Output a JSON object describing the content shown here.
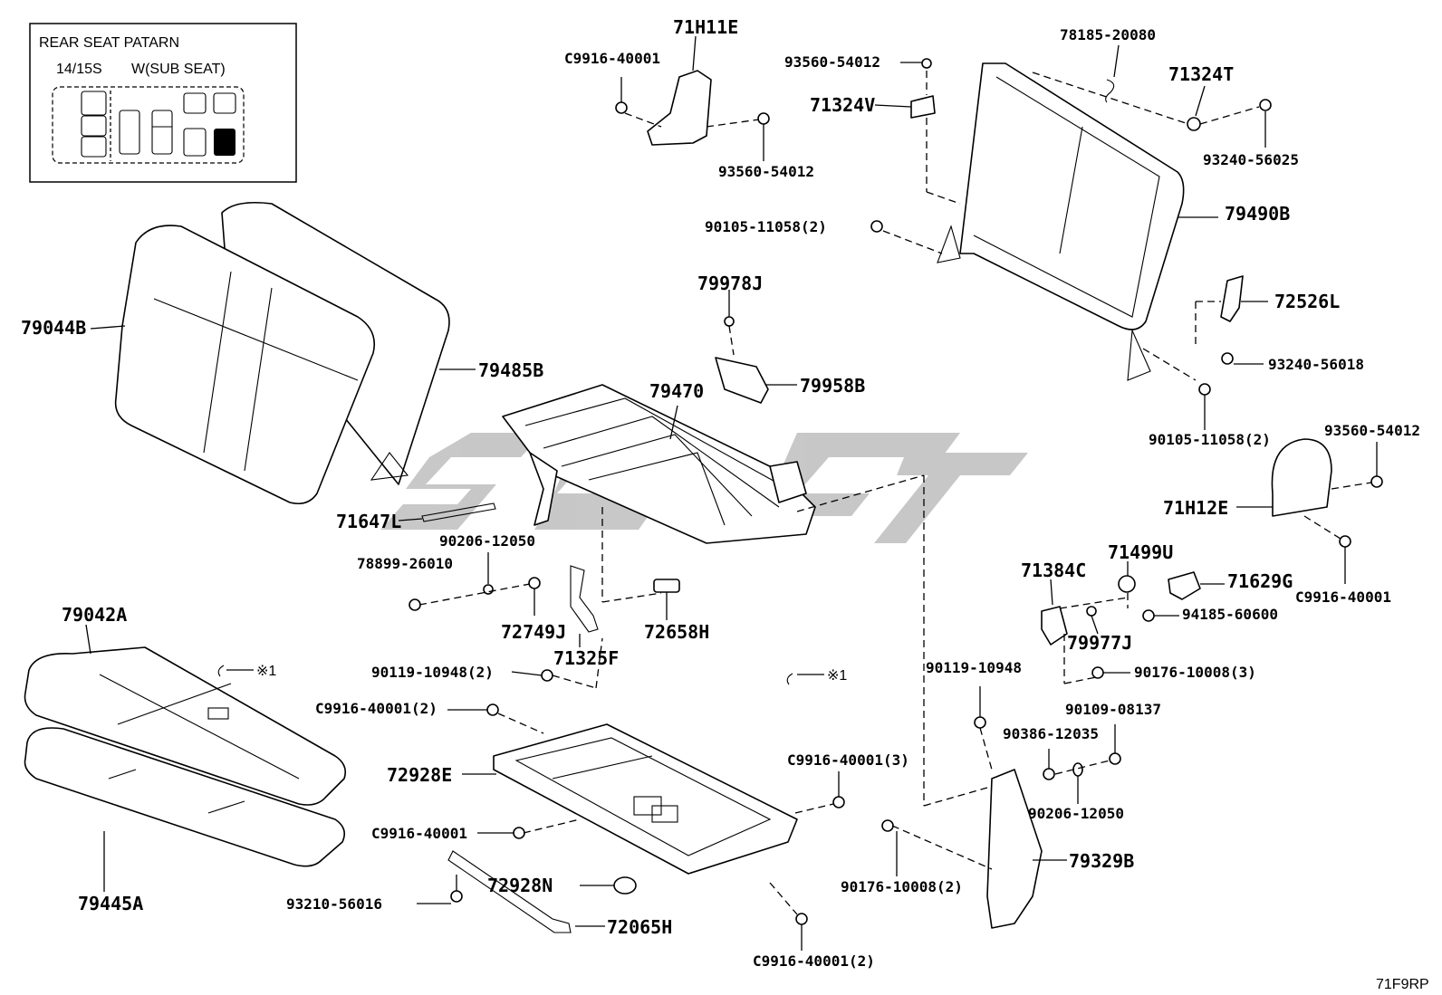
{
  "legend_box": {
    "title": "REAR SEAT PATARN",
    "col1": "14/15S",
    "col2": "W(SUB SEAT)"
  },
  "ref_note": {
    "left": "※1",
    "right": "※1"
  },
  "diagram_code": "71F9RP",
  "watermark": "sgc",
  "parts": {
    "p71H11E": "71H11E",
    "pC9916_40001_top": "C9916-40001",
    "p93560_54012_a": "93560-54012",
    "p93560_54012_b": "93560-54012",
    "p71324V": "71324V",
    "p78185_20080": "78185-20080",
    "p71324T": "71324T",
    "p93240_56025": "93240-56025",
    "p90105_11058_a": "90105-11058(2)",
    "p79490B": "79490B",
    "p79044B": "79044B",
    "p79485B": "79485B",
    "p79978J": "79978J",
    "p72526L": "72526L",
    "p93240_56018": "93240-56018",
    "p79470": "79470",
    "p79958B": "79958B",
    "p90105_11058_b": "90105-11058(2)",
    "p93560_54012_c": "93560-54012",
    "p71H12E": "71H12E",
    "p71647L": "71647L",
    "p90206_12050_a": "90206-12050",
    "p78899_26010": "78899-26010",
    "p72749J": "72749J",
    "p71325F": "71325F",
    "p72658H": "72658H",
    "p71384C": "71384C",
    "p71499U": "71499U",
    "p71629G": "71629G",
    "pC9916_40001_right": "C9916-40001",
    "p94185_60600": "94185-60600",
    "p79977J": "79977J",
    "p79042A": "79042A",
    "p90119_10948_2": "90119-10948(2)",
    "p90119_10948": "90119-10948",
    "p90176_10008_3": "90176-10008(3)",
    "pC9916_40001_2a": "C9916-40001(2)",
    "p90109_08137": "90109-08137",
    "p90386_12035": "90386-12035",
    "p72928E": "72928E",
    "pC9916_40001_3": "C9916-40001(3)",
    "p90206_12050_b": "90206-12050",
    "pC9916_40001_mid": "C9916-40001",
    "p79329B": "79329B",
    "p72928N": "72928N",
    "p79445A": "79445A",
    "p90176_10008_2": "90176-10008(2)",
    "p93210_56016": "93210-56016",
    "p72065H": "72065H",
    "pC9916_40001_2b": "C9916-40001(2)"
  }
}
